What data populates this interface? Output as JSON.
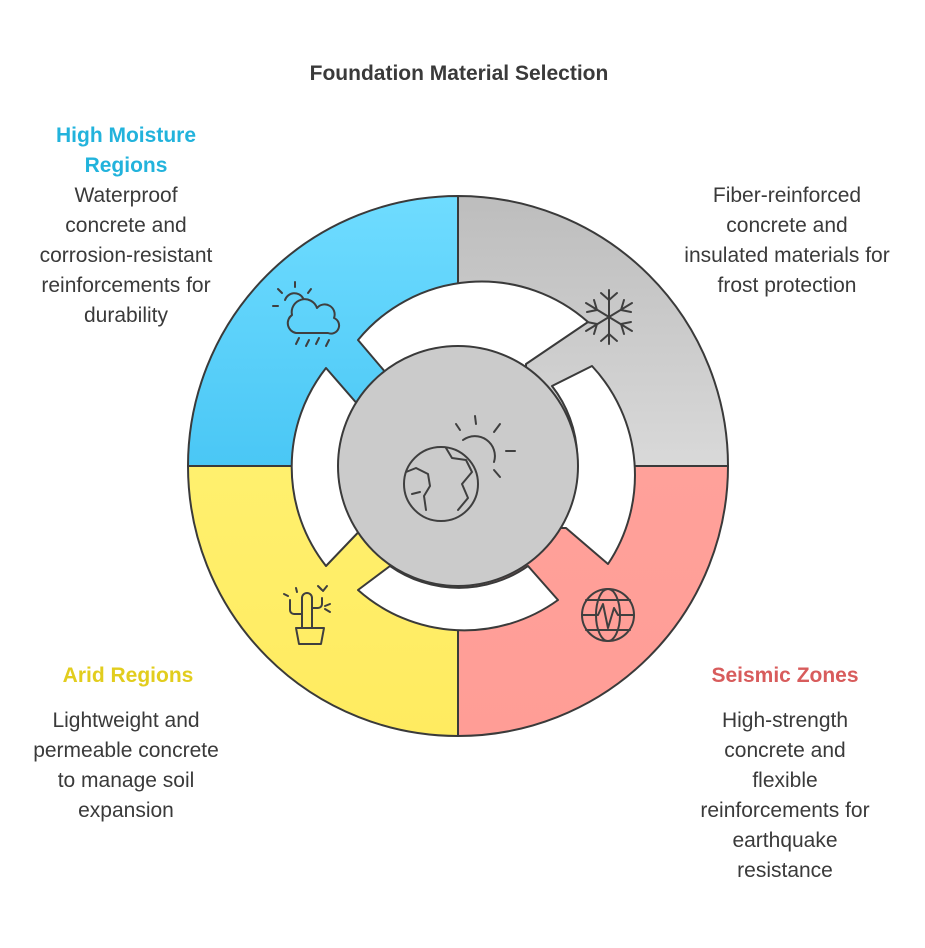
{
  "title": "Foundation Material Selection",
  "colors": {
    "high_moisture": "#22b3dc",
    "arid": "#e2cd1e",
    "seismic": "#d85c5c",
    "text": "#3a3a3a"
  },
  "sections": {
    "high_moisture": {
      "title": "High Moisture Regions",
      "description": "Waterproof concrete and corrosion-resistant reinforcements for durability",
      "icon": "cloud-rain-sun-icon"
    },
    "cold": {
      "description": "Fiber-reinforced concrete and insulated materials for frost protection",
      "icon": "snowflake-icon"
    },
    "arid": {
      "title": "Arid Regions",
      "description": "Lightweight and permeable concrete to manage soil expansion",
      "icon": "cactus-icon"
    },
    "seismic": {
      "title": "Seismic Zones",
      "description": "High-strength concrete and flexible reinforcements for earthquake resistance",
      "icon": "seismic-globe-icon"
    },
    "center": {
      "icon": "globe-sun-icon"
    }
  }
}
